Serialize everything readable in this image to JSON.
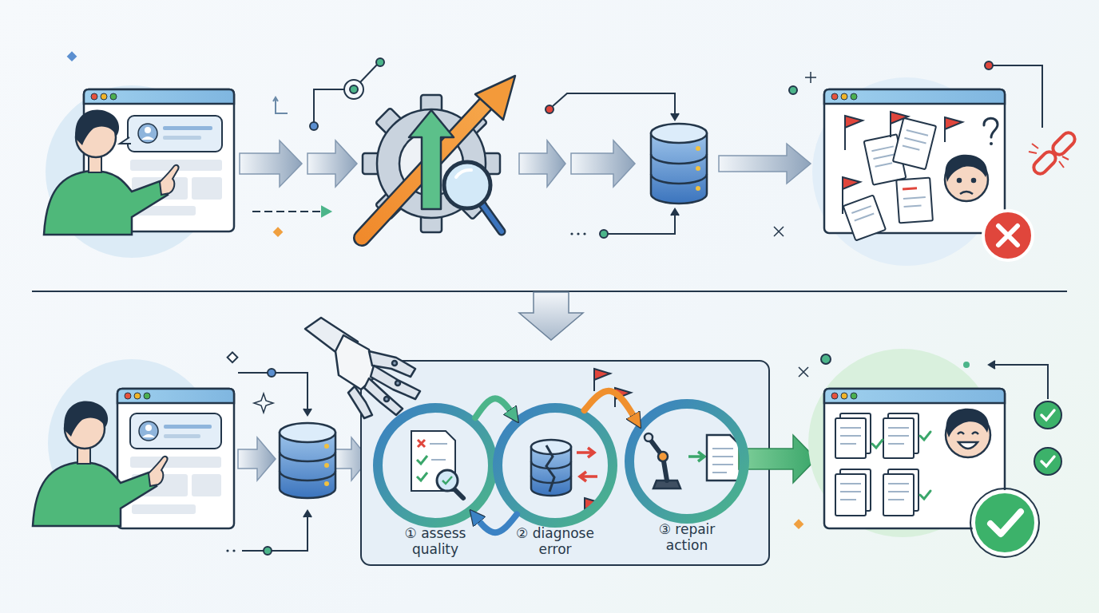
{
  "diagram": {
    "nodes": [
      {
        "text": [
          "① assess quality"
        ]
      },
      {
        "text": [
          "② diagnose error"
        ]
      },
      {
        "text": [
          "③ repair action"
        ]
      }
    ],
    "edges": [
      {
        "from": 0,
        "to": 1,
        "arrow": "to"
      },
      {
        "from": 1,
        "to": 2,
        "arrow": "to"
      },
      {
        "from": 1,
        "to": 0,
        "arrow": "to"
      }
    ]
  }
}
